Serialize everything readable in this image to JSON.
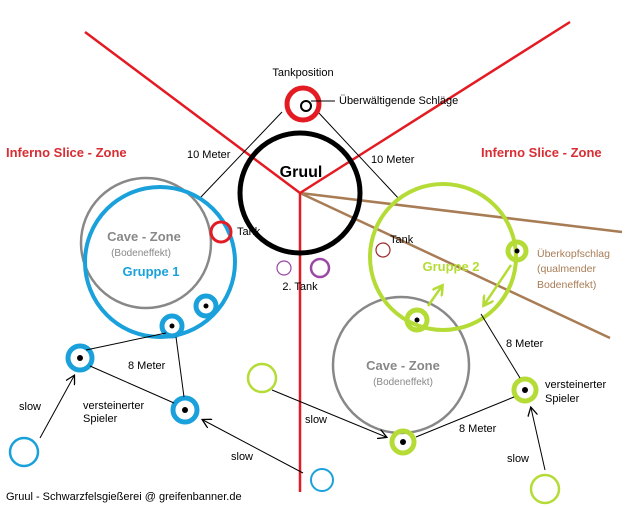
{
  "labels": {
    "tank_position": "Tankposition",
    "overwhelming_strikes": "Überwältigende Schläge",
    "inferno_left": "Inferno Slice - Zone",
    "inferno_right": "Inferno Slice - Zone",
    "ten_m_left": "10 Meter",
    "ten_m_right": "10 Meter",
    "boss": "Gruul",
    "tank_left": "Tank",
    "tank_right": "Tank",
    "second_tank": "2. Tank",
    "cave_left_title": "Cave - Zone",
    "cave_left_sub": "(Bodeneffekt)",
    "group1": "Gruppe 1",
    "group2": "Gruppe 2",
    "cave_right_title": "Cave - Zone",
    "cave_right_sub": "(Bodeneffekt)",
    "overhead_1": "Überkopfschlag",
    "overhead_2": "(qualmender",
    "overhead_3": "Bodeneffekt)",
    "eight_m_left": "8 Meter",
    "eight_m_right": "8 Meter",
    "eight_m_bottom": "8 Meter",
    "petrified_left_1": "versteinerter",
    "petrified_left_2": "Spieler",
    "petrified_right_1": "versteinerter",
    "petrified_right_2": "Spieler",
    "slow_left": "slow",
    "slow_bottom": "slow",
    "slow_mid": "slow",
    "slow_right": "slow",
    "footer": "Gruul - Schwarzfelsgießerei @ greifenbanner.de"
  },
  "colors": {
    "red": "#e31b23",
    "blue": "#1aa1db",
    "green": "#b5dc36",
    "gray": "#888888",
    "brown": "#a87c55",
    "purple": "#9b48a5",
    "black": "#000000",
    "inferno_text": "#d72d33"
  }
}
